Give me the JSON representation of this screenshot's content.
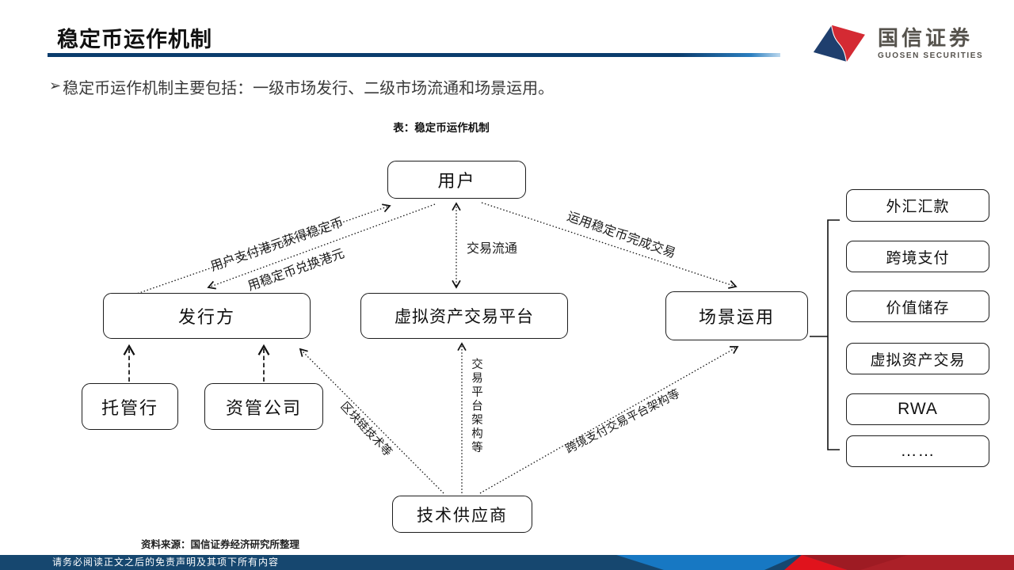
{
  "header": {
    "title": "稳定币运作机制",
    "logo": {
      "cn": "国信证券",
      "en": "GUOSEN SECURITIES"
    }
  },
  "bullet": {
    "marker": "➢",
    "text": "稳定币运作机制主要包括：一级市场发行、二级市场流通和场景运用。"
  },
  "diagram": {
    "caption": "表：稳定币运作机制",
    "nodes": {
      "user": "用户",
      "issuer": "发行方",
      "platform": "虚拟资产交易平台",
      "scenario": "场景运用",
      "custodian": "托管行",
      "asset_manager": "资管公司",
      "tech_supplier": "技术供应商"
    },
    "scenario_items": [
      "外汇汇款",
      "跨境支付",
      "价值储存",
      "虚拟资产交易",
      "RWA",
      "……"
    ],
    "edge_labels": {
      "pay": "用户支付港元获得稳定币",
      "redeem": "用稳定币兑换港元",
      "circulate": "交易流通",
      "use": "运用稳定币完成交易",
      "blockchain": "区块链技术等",
      "platform_arch": "交易平台架构等",
      "crossborder_arch": "跨境支付交易平台架构等"
    }
  },
  "source": "资料来源：国信证券经济研究所整理",
  "footer": {
    "disclaimer": "请务必阅读正文之后的免责声明及其项下所有内容"
  },
  "colors": {
    "navy": "#16476F",
    "rule_navy": "#0b3c6d",
    "accent_blue": "#1778C3",
    "bright_red": "#E0131C",
    "dark_red": "#9E1B23",
    "line_black": "#111111"
  }
}
